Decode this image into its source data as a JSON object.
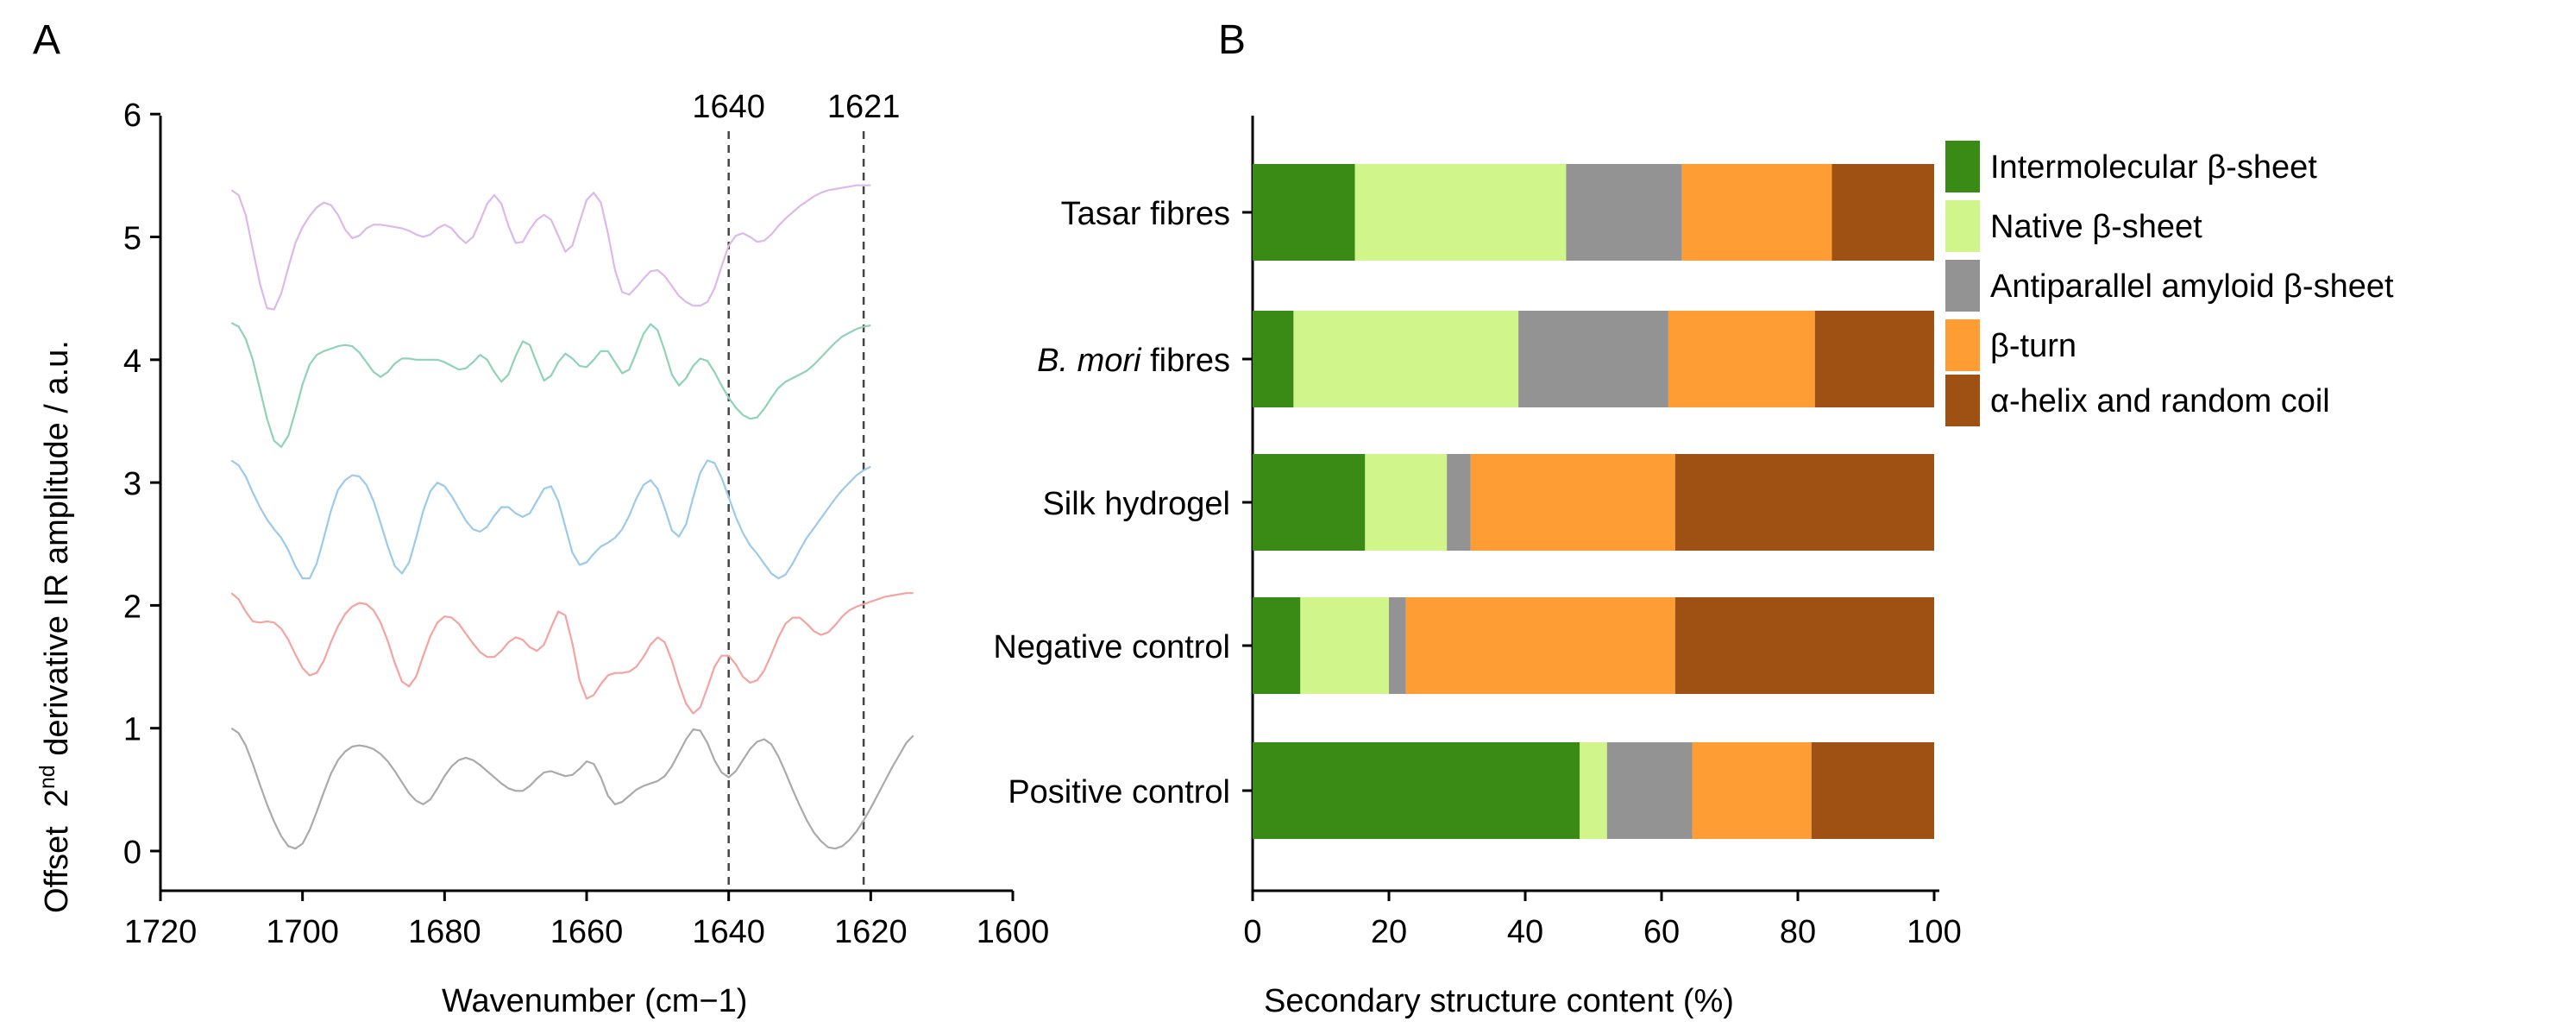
{
  "panel_a_label": "A",
  "panel_b_label": "B",
  "chart_data": [
    {
      "type": "line",
      "panel": "A",
      "ylabel_prefix": "Offset",
      "ylabel_main": "2",
      "ylabel_sup": "nd",
      "ylabel_rest": " derivative IR amplitude / a.u.",
      "xlabel": "Wavenumber (cm−1)",
      "xlim": [
        1720,
        1600
      ],
      "ylim": [
        -0.2,
        6
      ],
      "xticks": [
        "1720",
        "1700",
        "1680",
        "1660",
        "1640",
        "1620",
        "1600"
      ],
      "yticks": [
        "0",
        "1",
        "2",
        "3",
        "4",
        "5",
        "6"
      ],
      "reference_lines": [
        {
          "x": 1640,
          "label": "1640"
        },
        {
          "x": 1621,
          "label": "1621"
        }
      ],
      "x_start": 1710,
      "x_step": 1,
      "series": [
        {
          "color": "#aaaaaa",
          "values": [
            1.0,
            0.96,
            0.86,
            0.71,
            0.54,
            0.38,
            0.24,
            0.12,
            0.04,
            0.02,
            0.06,
            0.17,
            0.32,
            0.48,
            0.63,
            0.74,
            0.81,
            0.85,
            0.86,
            0.85,
            0.83,
            0.79,
            0.73,
            0.65,
            0.56,
            0.47,
            0.41,
            0.38,
            0.42,
            0.51,
            0.61,
            0.69,
            0.74,
            0.76,
            0.74,
            0.7,
            0.65,
            0.6,
            0.55,
            0.51,
            0.49,
            0.49,
            0.53,
            0.59,
            0.64,
            0.65,
            0.63,
            0.61,
            0.62,
            0.67,
            0.73,
            0.71,
            0.6,
            0.45,
            0.38,
            0.4,
            0.45,
            0.5,
            0.53,
            0.55,
            0.57,
            0.61,
            0.69,
            0.8,
            0.91,
            0.99,
            0.98,
            0.88,
            0.74,
            0.64,
            0.6,
            0.65,
            0.74,
            0.83,
            0.89,
            0.91,
            0.87,
            0.77,
            0.64,
            0.5,
            0.37,
            0.25,
            0.15,
            0.08,
            0.03,
            0.02,
            0.04,
            0.09,
            0.16,
            0.25,
            0.35,
            0.46,
            0.57,
            0.68,
            0.78,
            0.88,
            0.94
          ]
        },
        {
          "color": "#f4a3a0",
          "values": [
            2.1,
            2.05,
            1.95,
            1.87,
            1.86,
            1.87,
            1.86,
            1.81,
            1.72,
            1.6,
            1.49,
            1.43,
            1.45,
            1.55,
            1.7,
            1.83,
            1.93,
            1.99,
            2.02,
            2.01,
            1.96,
            1.86,
            1.71,
            1.53,
            1.38,
            1.34,
            1.42,
            1.59,
            1.75,
            1.86,
            1.91,
            1.9,
            1.85,
            1.77,
            1.69,
            1.62,
            1.58,
            1.58,
            1.63,
            1.7,
            1.74,
            1.72,
            1.66,
            1.63,
            1.68,
            1.82,
            1.95,
            1.92,
            1.69,
            1.39,
            1.24,
            1.27,
            1.36,
            1.43,
            1.45,
            1.45,
            1.46,
            1.5,
            1.58,
            1.68,
            1.74,
            1.7,
            1.55,
            1.36,
            1.2,
            1.12,
            1.17,
            1.33,
            1.5,
            1.59,
            1.59,
            1.52,
            1.42,
            1.37,
            1.39,
            1.47,
            1.6,
            1.74,
            1.85,
            1.9,
            1.9,
            1.85,
            1.79,
            1.76,
            1.78,
            1.84,
            1.91,
            1.96,
            1.99,
            2.01,
            2.03,
            2.05,
            2.07,
            2.08,
            2.09,
            2.1,
            2.1
          ]
        },
        {
          "color": "#9ccaeb",
          "values": [
            3.18,
            3.14,
            3.05,
            2.92,
            2.8,
            2.7,
            2.62,
            2.55,
            2.45,
            2.32,
            2.22,
            2.22,
            2.34,
            2.55,
            2.77,
            2.94,
            3.02,
            3.06,
            3.05,
            2.98,
            2.85,
            2.67,
            2.48,
            2.32,
            2.26,
            2.35,
            2.55,
            2.77,
            2.93,
            3.0,
            2.97,
            2.89,
            2.79,
            2.69,
            2.62,
            2.6,
            2.64,
            2.73,
            2.8,
            2.8,
            2.75,
            2.72,
            2.75,
            2.85,
            2.95,
            2.97,
            2.85,
            2.64,
            2.43,
            2.33,
            2.35,
            2.42,
            2.48,
            2.51,
            2.55,
            2.62,
            2.73,
            2.87,
            2.98,
            3.02,
            2.95,
            2.79,
            2.61,
            2.56,
            2.66,
            2.88,
            3.08,
            3.18,
            3.16,
            3.04,
            2.88,
            2.72,
            2.59,
            2.49,
            2.42,
            2.34,
            2.26,
            2.22,
            2.25,
            2.34,
            2.45,
            2.55,
            2.63,
            2.71,
            2.79,
            2.87,
            2.94,
            3.0,
            3.06,
            3.1,
            3.13
          ]
        },
        {
          "color": "#8fd3b7",
          "values": [
            4.3,
            4.27,
            4.17,
            4.0,
            3.76,
            3.52,
            3.34,
            3.29,
            3.38,
            3.58,
            3.8,
            3.96,
            4.04,
            4.07,
            4.09,
            4.11,
            4.12,
            4.11,
            4.06,
            3.98,
            3.9,
            3.86,
            3.9,
            3.97,
            4.01,
            4.01,
            4.0,
            4.0,
            4.0,
            4.0,
            3.98,
            3.95,
            3.92,
            3.93,
            3.98,
            4.04,
            4.0,
            3.9,
            3.82,
            3.88,
            4.03,
            4.15,
            4.12,
            3.97,
            3.83,
            3.87,
            3.98,
            4.05,
            4.01,
            3.95,
            3.94,
            4.0,
            4.07,
            4.07,
            3.98,
            3.89,
            3.92,
            4.06,
            4.21,
            4.29,
            4.24,
            4.07,
            3.88,
            3.79,
            3.85,
            3.95,
            4.01,
            3.99,
            3.9,
            3.79,
            3.69,
            3.61,
            3.55,
            3.52,
            3.53,
            3.6,
            3.69,
            3.77,
            3.82,
            3.85,
            3.88,
            3.91,
            3.96,
            4.02,
            4.08,
            4.14,
            4.19,
            4.22,
            4.25,
            4.27,
            4.28
          ]
        },
        {
          "color": "#dcb8eb",
          "values": [
            5.38,
            5.34,
            5.18,
            4.9,
            4.62,
            4.42,
            4.41,
            4.54,
            4.75,
            4.95,
            5.08,
            5.17,
            5.24,
            5.28,
            5.26,
            5.18,
            5.06,
            4.99,
            5.01,
            5.07,
            5.1,
            5.1,
            5.09,
            5.08,
            5.07,
            5.05,
            5.02,
            5.0,
            5.02,
            5.07,
            5.1,
            5.07,
            5.0,
            4.95,
            5.0,
            5.13,
            5.27,
            5.34,
            5.27,
            5.09,
            4.95,
            4.96,
            5.06,
            5.14,
            5.18,
            5.14,
            5.01,
            4.88,
            4.93,
            5.12,
            5.3,
            5.36,
            5.28,
            5.03,
            4.73,
            4.55,
            4.53,
            4.59,
            4.66,
            4.72,
            4.73,
            4.68,
            4.6,
            4.52,
            4.47,
            4.44,
            4.44,
            4.47,
            4.58,
            4.76,
            4.93,
            5.01,
            5.03,
            5.0,
            4.96,
            4.97,
            5.02,
            5.09,
            5.15,
            5.2,
            5.25,
            5.29,
            5.33,
            5.36,
            5.38,
            5.39,
            5.4,
            5.41,
            5.42,
            5.42,
            5.42
          ]
        }
      ]
    },
    {
      "type": "bar",
      "panel": "B",
      "orientation": "horizontal",
      "stacked": true,
      "xlabel": "Secondary structure content (%)",
      "xlim": [
        0,
        100
      ],
      "xticks": [
        "0",
        "20",
        "40",
        "60",
        "80",
        "100"
      ],
      "legend_position": "right",
      "categories": [
        {
          "parts": [
            {
              "text": "Tasar fibres",
              "italic": false
            }
          ]
        },
        {
          "parts": [
            {
              "text": "B. mori",
              "italic": true
            },
            {
              "text": " fibres",
              "italic": false
            }
          ]
        },
        {
          "parts": [
            {
              "text": "Silk hydrogel",
              "italic": false
            }
          ]
        },
        {
          "parts": [
            {
              "text": "Negative control",
              "italic": false
            }
          ]
        },
        {
          "parts": [
            {
              "text": "Positive control",
              "italic": false
            }
          ]
        }
      ],
      "series": [
        {
          "name": "Intermolecular β-sheet",
          "color": "#3a8a16",
          "values": [
            15,
            6,
            16.5,
            7,
            48
          ]
        },
        {
          "name": "Native β-sheet",
          "color": "#cff58b",
          "values": [
            31,
            33,
            12,
            13,
            4
          ]
        },
        {
          "name": "Antiparallel amyloid β-sheet",
          "color": "#939393",
          "values": [
            17,
            22,
            3.5,
            2.5,
            12.5
          ]
        },
        {
          "name": "β-turn",
          "color": "#fd9d34",
          "values": [
            22,
            21.5,
            30,
            39.5,
            17.5
          ]
        },
        {
          "name": "α-helix and random coil",
          "color": "#9e5113",
          "values": [
            15,
            17.5,
            38,
            38,
            18
          ]
        }
      ]
    }
  ]
}
